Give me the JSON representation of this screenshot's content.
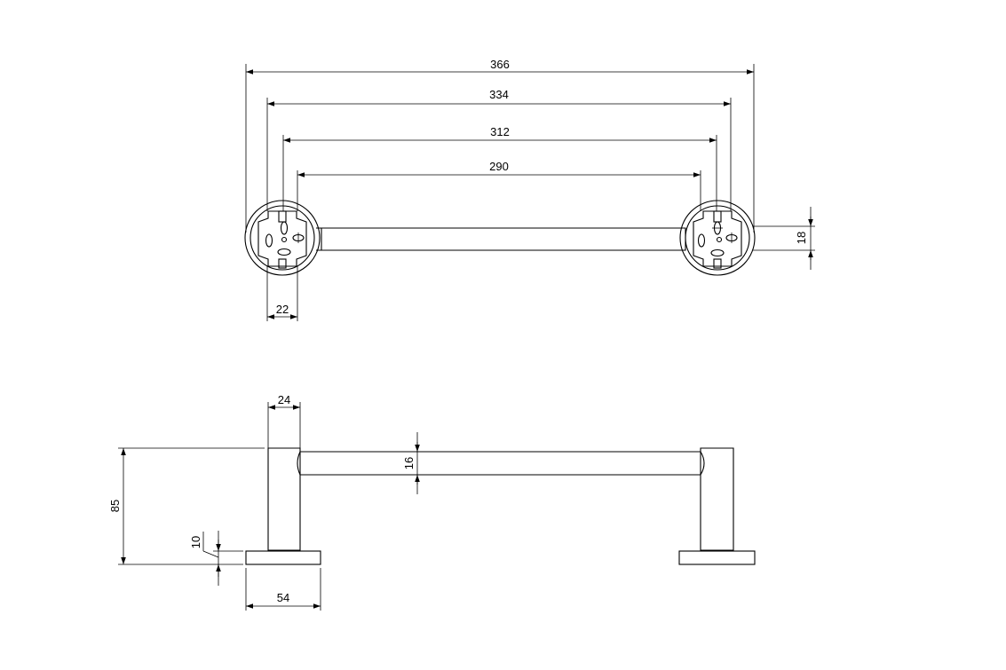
{
  "top_view": {
    "dimensions": {
      "overall_width": "366",
      "flange_outer_width": "334",
      "fixing_width": "312",
      "bar_length": "290",
      "flange_slot_offset": "22",
      "bar_thickness": "18"
    }
  },
  "side_view": {
    "dimensions": {
      "post_width": "24",
      "bar_diameter": "16",
      "overall_height": "85",
      "base_thickness": "10",
      "base_width": "54"
    }
  }
}
